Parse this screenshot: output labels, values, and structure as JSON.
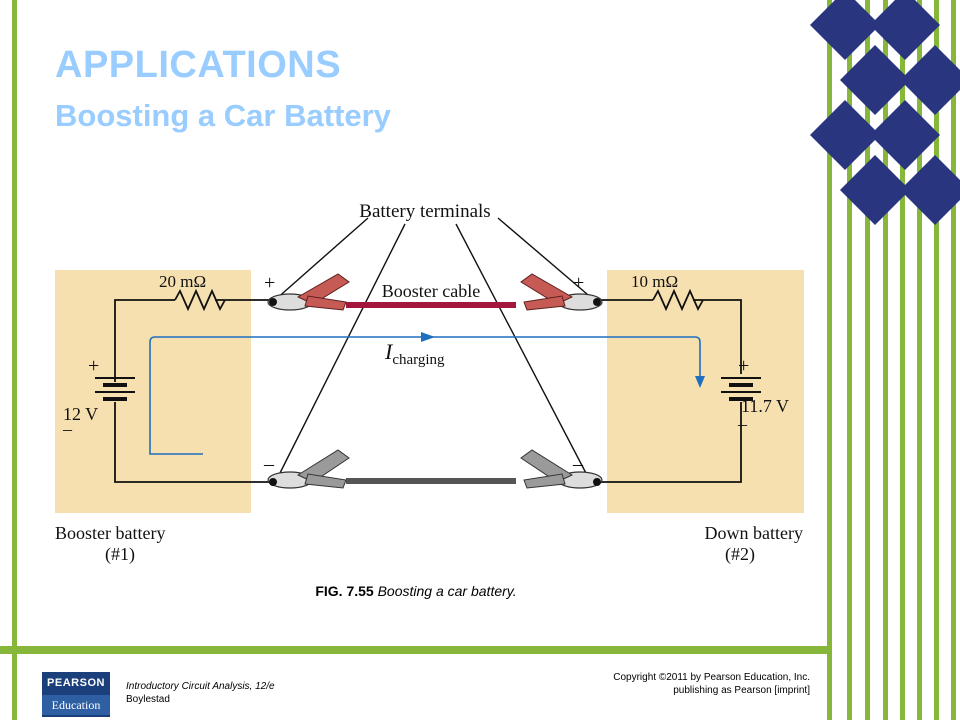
{
  "slide": {
    "title": "APPLICATIONS",
    "subtitle": "Boosting a Car Battery"
  },
  "figure": {
    "battery_terminals_label": "Battery terminals",
    "booster_cable_label": "Booster cable",
    "resistor_left": "20 mΩ",
    "resistor_right": "10 mΩ",
    "current_symbol": "I",
    "current_subscript": "charging",
    "booster_voltage": "12 V",
    "down_voltage": "11.7 V",
    "plus": "+",
    "minus": "–",
    "booster_battery_label": "Booster battery",
    "booster_battery_num": "(#1)",
    "down_battery_label": "Down battery",
    "down_battery_num": "(#2)",
    "colors": {
      "battery_box": "#f7e0b0",
      "positive_cable": "#a3173f",
      "negative_cable": "#555555",
      "current_arrow": "#1f6fbf",
      "clamp_red": "#c65a55",
      "clamp_gray": "#9a9a9a"
    }
  },
  "caption": {
    "fig_number": "FIG. 7.55",
    "fig_text": "Boosting a car battery."
  },
  "footer": {
    "logo_top": "PEARSON",
    "logo_bottom": "Education",
    "book_title": "Introductory Circuit Analysis, 12/e",
    "book_author": "Boylestad",
    "copyright_line1": "Copyright ©2011 by Pearson Education, Inc.",
    "copyright_line2": "publishing as Pearson [imprint]"
  },
  "theme": {
    "accent_green": "#86b63a",
    "title_blue": "#99ccff",
    "diamond_navy": "#2a3580"
  }
}
